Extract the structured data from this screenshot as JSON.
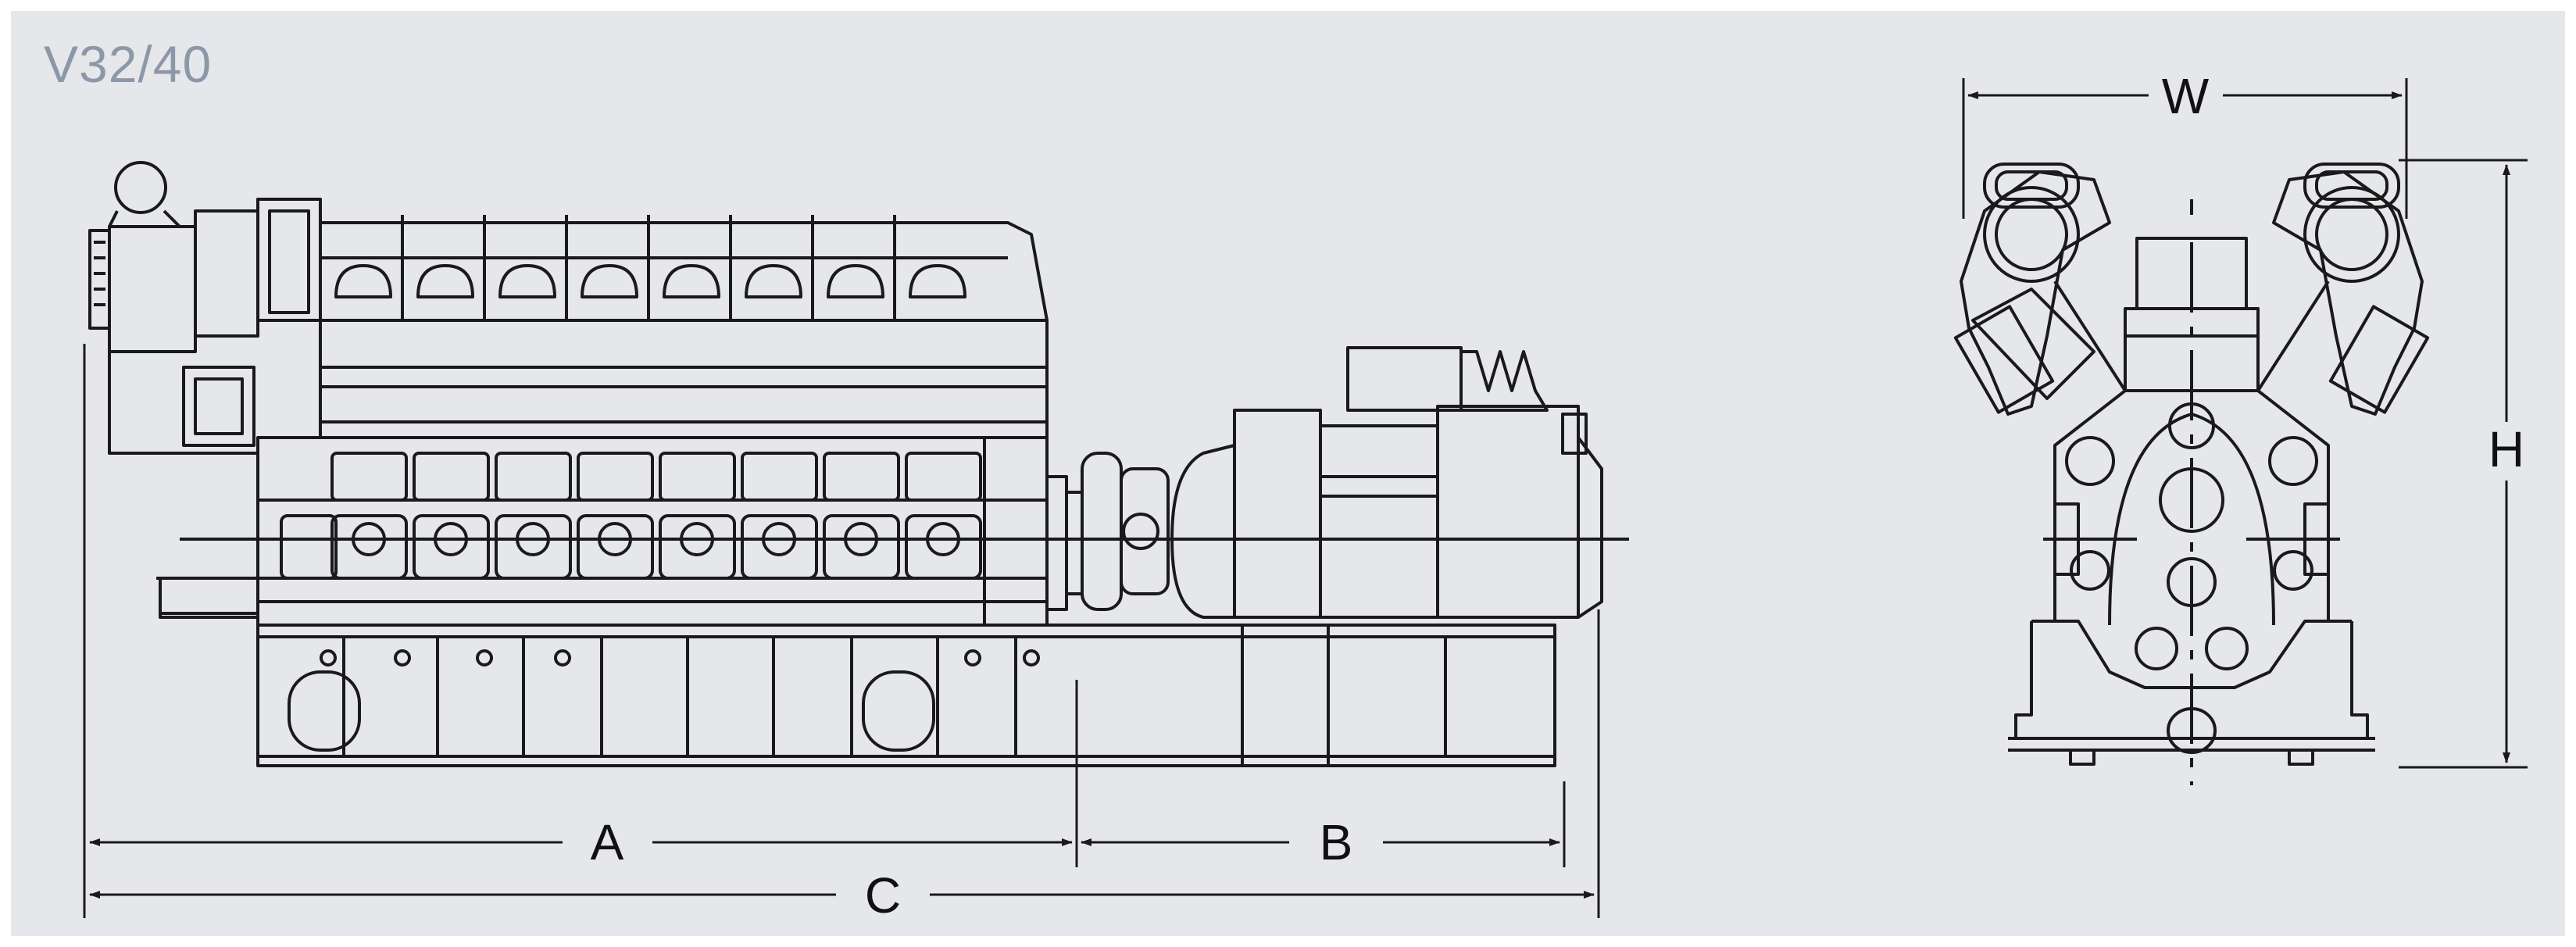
{
  "model": "V32/40",
  "dimensions": {
    "a": "A",
    "b": "B",
    "c": "C",
    "w": "W",
    "h": "H"
  },
  "colors": {
    "background": "#e5e7eb",
    "line": "#1a1a1a",
    "model_label": "#8c98a8"
  }
}
